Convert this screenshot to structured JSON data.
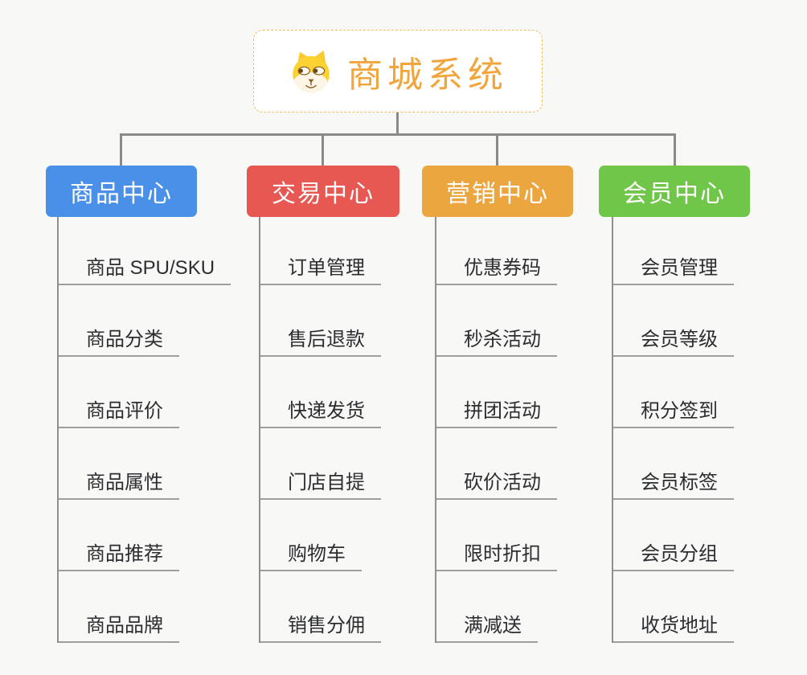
{
  "root": {
    "title": "商城系统",
    "title_color": "#f0a63c",
    "border_color": "#f2bd62",
    "icon": "dog-face-icon"
  },
  "branches": [
    {
      "label": "商品中心",
      "color": "#4a90e8",
      "children": [
        "商品 SPU/SKU",
        "商品分类",
        "商品评价",
        "商品属性",
        "商品推荐",
        "商品品牌"
      ]
    },
    {
      "label": "交易中心",
      "color": "#e65851",
      "children": [
        "订单管理",
        "售后退款",
        "快递发货",
        "门店自提",
        "购物车",
        "销售分佣"
      ]
    },
    {
      "label": "营销中心",
      "color": "#eca640",
      "children": [
        "优惠券码",
        "秒杀活动",
        "拼团活动",
        "砍价活动",
        "限时折扣",
        "满减送"
      ]
    },
    {
      "label": "会员中心",
      "color": "#6fc648",
      "children": [
        "会员管理",
        "会员等级",
        "积分签到",
        "会员标签",
        "会员分组",
        "收货地址"
      ]
    }
  ]
}
